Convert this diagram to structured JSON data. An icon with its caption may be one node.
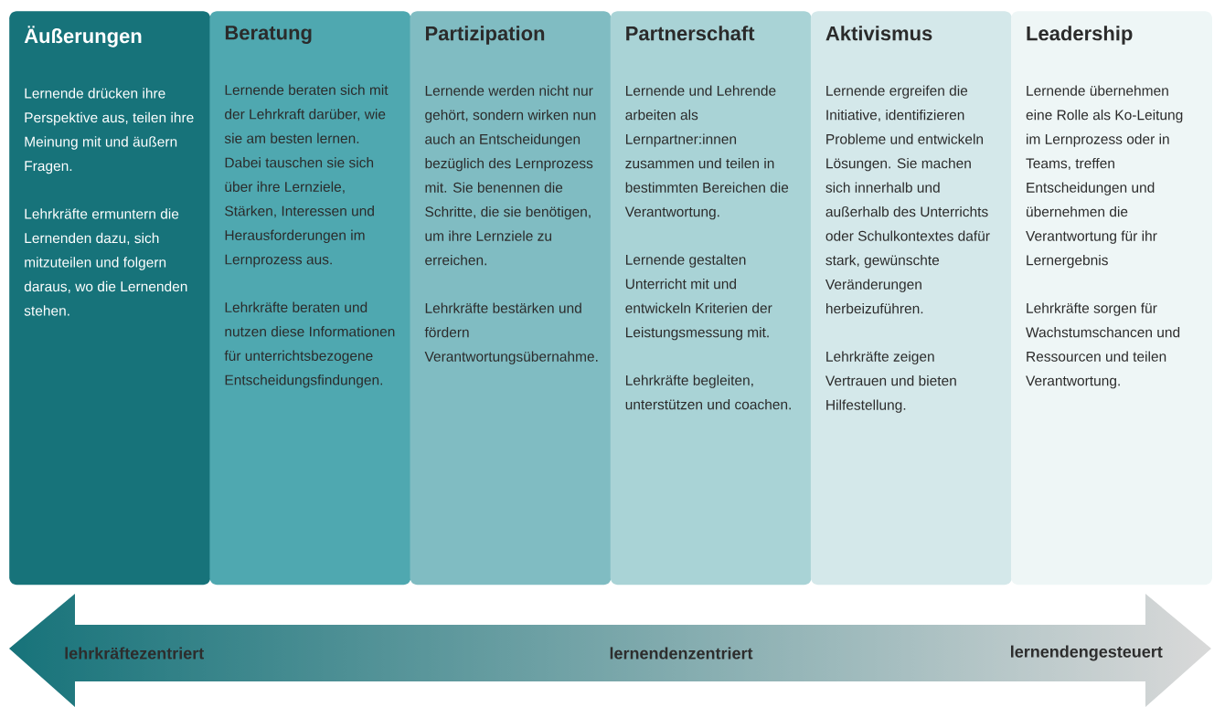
{
  "diagram": {
    "nodes": [
      {
        "text": [
          "Äußerungen",
          "Lernende drücken ihre Perspektive aus, teilen ihre Meinung mit und äußern Fragen.",
          "Lehrkräfte ermuntern die Lernenden dazu, sich mitzuteilen und folgern daraus, wo die Lernenden stehen."
        ]
      },
      {
        "text": [
          "Beratung",
          "Lernende beraten sich mit der Lehrkraft darüber, wie sie am besten lernen. Dabei tauschen sie sich über ihre Lernziele, Stärken, Interessen und Herausforderungen im Lernprozess aus.",
          "Lehrkräfte beraten und nutzen diese Informationen für unterrichtsbezogene Entscheidungsfindungen."
        ]
      },
      {
        "text": [
          "Partizipation",
          "Lernende werden nicht nur gehört, sondern wirken nun auch an Entscheidungen bezüglich des Lernprozess mit. Sie benennen die Schritte, die sie benötigen, um ihre Lernziele zu erreichen.",
          "Lehrkräfte bestärken und fördern Verantwortungsübernahme."
        ]
      },
      {
        "text": [
          "Partnerschaft",
          "Lernende und Lehrende arbeiten als Lernpartner:innen zusammen und teilen in bestimmten Bereichen die Verantwortung.",
          "Lernende gestalten Unterricht mit und entwickeln Kriterien der Leistungsmessung mit.",
          "Lehrkräfte begleiten, unterstützen und coachen."
        ]
      },
      {
        "text": [
          "Aktivismus",
          "Lernende ergreifen die Initiative, identifizieren Probleme und entwickeln Lösungen. Sie machen sich innerhalb und außerhalb des Unterrichts oder Schulkontextes dafür stark, gewünschte Veränderungen herbeizuführen.",
          "Lehrkräfte zeigen Vertrauen und bieten Hilfestellung."
        ]
      },
      {
        "text": [
          "Leadership",
          "Lernende übernehmen eine Rolle als Ko-Leitung im Lernprozess oder in Teams, treffen Entscheidungen und übernehmen die Verantwortung für ihr Lernergebnis",
          "Lehrkräfte sorgen für Wachstumschancen und Ressourcen und teilen Verantwortung."
        ]
      }
    ],
    "edges": [],
    "labels": [
      "lehrkräftezentriert",
      "lernendenzentriert",
      "lernendengesteuert"
    ]
  }
}
